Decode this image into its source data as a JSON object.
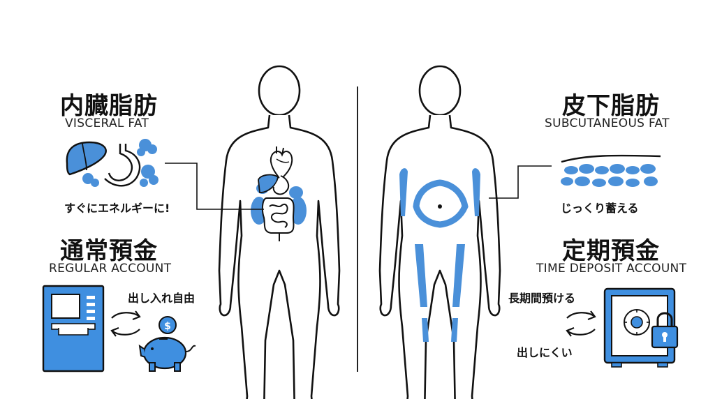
{
  "left": {
    "title_jp": "内臓脂肪",
    "title_en": "VISCERAL FAT",
    "caption": "すぐにエネルギーに!",
    "account_jp": "通常預金",
    "account_en": "REGULAR ACCOUNT",
    "account_note": "出し入れ自由"
  },
  "right": {
    "title_jp": "皮下脂肪",
    "title_en": "SUBCUTANEOUS FAT",
    "caption": "じっくり蓄える",
    "account_jp": "定期預金",
    "account_en": "TIME DEPOSIT ACCOUNT",
    "account_note_top": "長期間預ける",
    "account_note_bottom": "出しにくい"
  },
  "colors": {
    "accent": "#3f8fe0",
    "fat": "#4a90d9",
    "line": "#111111"
  },
  "icons": [
    "liver-icon",
    "stomach-icon",
    "fat-blob-icon",
    "heart-icon",
    "intestine-icon",
    "atm-icon",
    "piggy-bank-icon",
    "coin-icon",
    "exchange-arrows-icon",
    "safe-icon",
    "padlock-icon",
    "fat-layer-icon"
  ]
}
